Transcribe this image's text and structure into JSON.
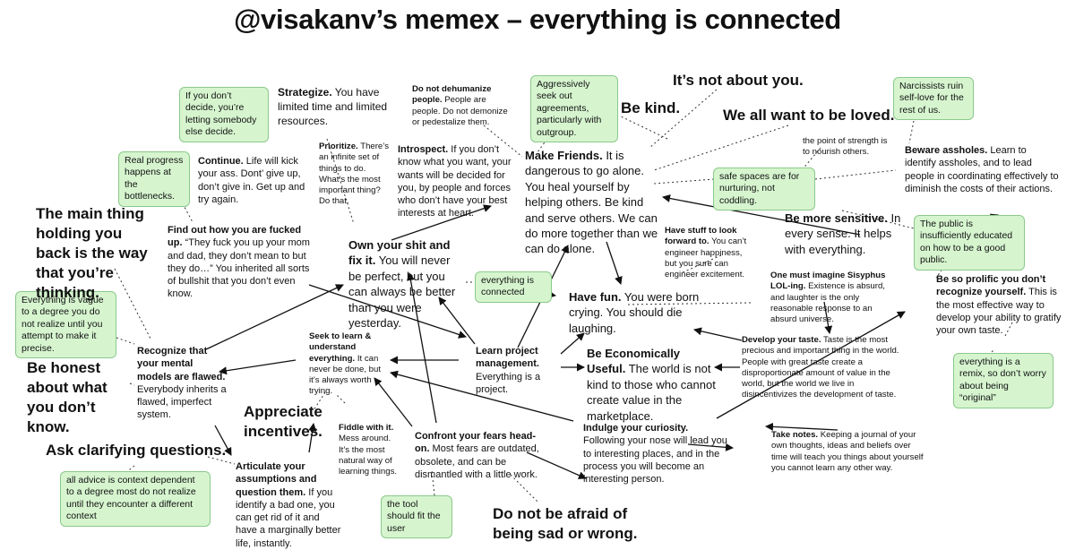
{
  "title": "@visakanv’s memex – everything is connected",
  "nodes": {
    "strategize": {
      "head": "Strategize.",
      "body": " You have limited time and limited resources."
    },
    "prioritize": {
      "head": "Prioritize.",
      "body": " There’s an infinite set of things to do. What’s the most important thing? Do that."
    },
    "dehumanize": {
      "head": "Do not dehumanize people.",
      "body": " People are people. Do not demonize or pedestalize them."
    },
    "be_kind": {
      "text": "Be kind."
    },
    "not_about_you": {
      "text": "It’s not about you."
    },
    "loved": {
      "text": "We all want to be loved."
    },
    "continue": {
      "head": "Continue.",
      "body": " Life will kick your ass. Dont’ give up, don’t give in. Get up and try again."
    },
    "introspect": {
      "head": "Introspect.",
      "body": " If you don’t know what you want, your wants will be decided for you, by people and forces who don’t have your best interests at heart."
    },
    "make_friends": {
      "head": "Make Friends.",
      "body": " It is dangerous to go alone. You heal yourself by helping others. Be kind and serve others. We can do more together than we can do alone."
    },
    "strength": {
      "text": "the point of strength is to nourish others."
    },
    "assholes": {
      "head": "Beware assholes.",
      "body": " Learn to identify assholes, and to lead people in coordinating effectively to diminish the costs of their actions."
    },
    "main_thing": {
      "text": "The main thing holding you back is the way that you’re thinking."
    },
    "fucked_up": {
      "head": "Find out how you are fucked up.",
      "body": " “They fuck you up your mom and dad, they don’t mean to but they do…” You inherited all sorts of bullshit that you don’t even know."
    },
    "own_shit": {
      "head": "Own your shit and fix it.",
      "body": " You will never be perfect, but you can always be better than you were yesterday."
    },
    "sensitive": {
      "head": "Be more sensitive.",
      "body": " In every sense. It helps with everything."
    },
    "stuff_forward": {
      "head": "Have stuff to look forward to.",
      "body": " You can’t engineer happiness, but you sure can engineer excitement."
    },
    "sisyphus": {
      "head": "One must imagine Sisyphus LOL-ing.",
      "body": " Existence is absurd, and laughter is the only reasonable response to an absurd universe."
    },
    "prolific": {
      "head": "Be so prolific you don’t recognize yourself.",
      "body": " This is the most effective way to develop your ability to gratify your own taste."
    },
    "have_fun": {
      "head": "Have fun.",
      "body": " You were born crying. You should die laughing."
    },
    "mental_models": {
      "head": "Recognize that your mental models are flawed.",
      "body": " Everybody inherits a flawed, imperfect system."
    },
    "seek_learn": {
      "head": "Seek to learn & understand everything.",
      "body": " It can never be done, but it’s always worth trying."
    },
    "project": {
      "head": "Learn project management.",
      "body": " Everything is a project."
    },
    "economically": {
      "head": "Be Economically Useful.",
      "body": " The world is not kind to those who cannot create value in the marketplace."
    },
    "taste": {
      "head": "Develop your taste.",
      "body": " Taste is the most precious and important thing in the world. People with great taste create a disproportionate amount of value in the world, but the world we live in disincentivizes the development of taste."
    },
    "honest": {
      "text": "Be honest about what you don’t know."
    },
    "incentives": {
      "text": "Appreciate incentives."
    },
    "fiddle": {
      "head": "Fiddle with it.",
      "body": " Mess around. It’s the most natural way of learning things."
    },
    "confront": {
      "head": "Confront your fears head-on.",
      "body": " Most fears are outdated, obsolete, and can be dismantled with a little work."
    },
    "curiosity": {
      "head": "Indulge your curiosity.",
      "body": " Following your nose will lead you to interesting places, and in the process you will become an interesting person."
    },
    "notes": {
      "head": "Take notes.",
      "body": " Keeping a journal of your own thoughts, ideas and beliefs over time will teach you things about yourself you cannot learn any other way."
    },
    "clarifying": {
      "text": "Ask clarifying questions."
    },
    "assumptions": {
      "head": "Articulate your assumptions and question them.",
      "body": " If you identify a bad one, you can get rid of it and have a marginally better life, instantly."
    },
    "not_afraid": {
      "text": "Do not be afraid of being sad or wrong."
    }
  },
  "notes": {
    "decide": "If you don’t decide, you’re letting somebody else decide.",
    "agreements": "Aggressively seek out agreements, particularly with outgroup.",
    "narcissists": "Narcissists ruin self-love for the rest of us.",
    "progress": "Real progress happens at the bottlenecks.",
    "safe_spaces": "safe spaces are for nurturing, not coddling.",
    "public": "The public is insufficiently educated on how to be a good public.",
    "connected": "everything is connected",
    "vague": "Everything is vague to a degree you do not realize until you attempt to make it precise.",
    "remix": "everything is a remix, so don’t worry about being “original”",
    "advice": "all advice is context dependent to a degree most do not realize until they encounter a different context",
    "tool": "the tool should fit the user"
  },
  "colors": {
    "note_fill": "#d6f5cf",
    "note_border": "#8bc98a",
    "arrow": "#111111",
    "background": "#ffffff"
  }
}
